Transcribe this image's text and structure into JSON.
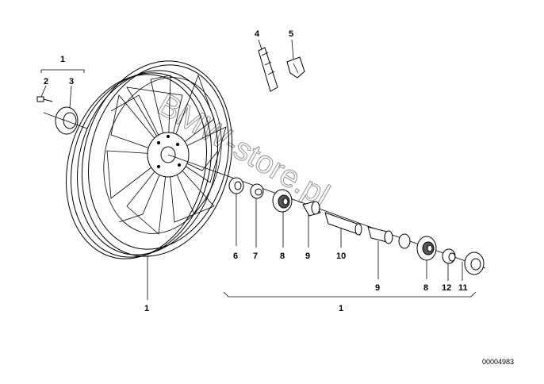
{
  "diagram": {
    "part_number": "00004983",
    "watermark": "BMW-store.pl",
    "callouts": [
      {
        "id": "c-1-top",
        "text": "1"
      },
      {
        "id": "c-2",
        "text": "2"
      },
      {
        "id": "c-3",
        "text": "3"
      },
      {
        "id": "c-4",
        "text": "4"
      },
      {
        "id": "c-5",
        "text": "5"
      },
      {
        "id": "c-6",
        "text": "6"
      },
      {
        "id": "c-7",
        "text": "7"
      },
      {
        "id": "c-8a",
        "text": "8"
      },
      {
        "id": "c-9a",
        "text": "9"
      },
      {
        "id": "c-10",
        "text": "10"
      },
      {
        "id": "c-9b",
        "text": "9"
      },
      {
        "id": "c-8b",
        "text": "8"
      },
      {
        "id": "c-12",
        "text": "12"
      },
      {
        "id": "c-11",
        "text": "11"
      },
      {
        "id": "c-1-wheel",
        "text": "1"
      },
      {
        "id": "c-1-bracket",
        "text": "1"
      }
    ]
  }
}
